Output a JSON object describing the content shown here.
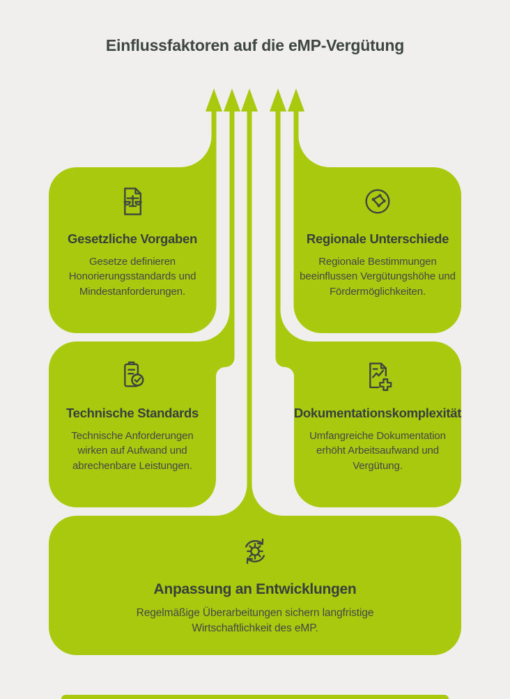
{
  "title": "Einflussfaktoren auf die eMP-Vergütung",
  "colors": {
    "green": "#a9c90f",
    "background": "#f0efed",
    "text": "#3d453f"
  },
  "boxes": [
    {
      "id": "gesetzliche-vorgaben",
      "icon": "document-scales-icon",
      "heading": "Gesetzliche Vorgaben",
      "body": "Gesetze definieren Honorierungsstandards und Mindestanforderungen."
    },
    {
      "id": "regionale-unterschiede",
      "icon": "globe-network-icon",
      "heading": "Regionale Unterschiede",
      "body": "Regionale Bestimmungen beeinflussen Vergütungshöhe und Fördermöglichkeiten."
    },
    {
      "id": "technische-standards",
      "icon": "clipboard-check-icon",
      "heading": "Technische Standards",
      "body": "Technische Anforderungen wirken auf Aufwand und abrechenbare Leistungen."
    },
    {
      "id": "dokumentationskomplexitaet",
      "icon": "document-chart-plus-icon",
      "heading": "Dokumentationskomplexität",
      "body": "Umfangreiche Dokumentation erhöht Arbeitsaufwand und Vergütung."
    },
    {
      "id": "anpassung-an-entwicklungen",
      "icon": "gear-refresh-icon",
      "heading": "Anpassung an Entwicklungen",
      "body": "Regelmäßige Überarbeitungen sichern langfristige Wirtschaftlichkeit des eMP."
    }
  ]
}
